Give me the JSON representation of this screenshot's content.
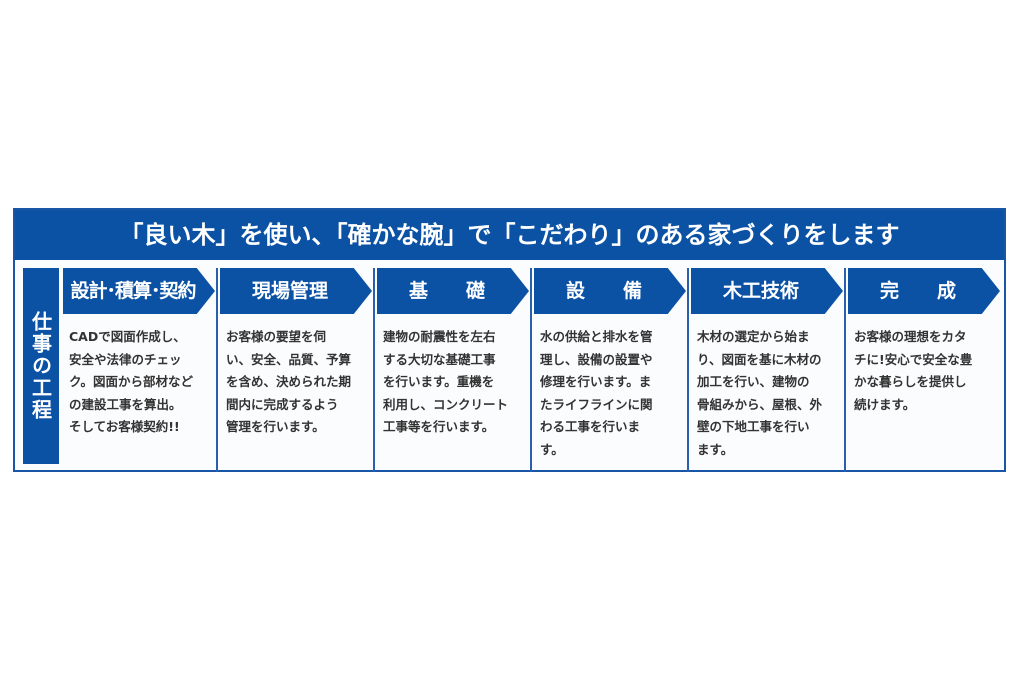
{
  "title": "「良い木」を使い、「確かな腕」で「こだわり」のある家づくりをします",
  "side_label": "仕事の工程",
  "steps": [
    {
      "heading": "設計･積算･契約",
      "lines": [
        "CADで図面作成し、",
        "安全や法律のチェッ",
        "ク。図面から部材など",
        "の建設工事を算出。",
        "そしてお客様契約!!"
      ]
    },
    {
      "heading": "現場管理",
      "lines": [
        "お客様の要望を伺",
        "い、安全、品質、予算",
        "を含め、決められた期",
        "間内に完成するよう",
        "管理を行います。"
      ]
    },
    {
      "heading": "基　　礎",
      "lines": [
        "建物の耐震性を左右",
        "する大切な基礎工事",
        "を行います。重機を",
        "利用し、コンクリート",
        "工事等を行います。"
      ]
    },
    {
      "heading": "設　　備",
      "lines": [
        "水の供給と排水を管",
        "理し、設備の設置や",
        "修理を行います。ま",
        "たライフラインに関",
        "わる工事を行いま",
        "す。"
      ]
    },
    {
      "heading": "木工技術",
      "lines": [
        "木材の選定から始ま",
        "り、図面を基に木材の",
        "加工を行い、建物の",
        "骨組みから、屋根、外",
        "壁の下地工事を行い",
        "ます。"
      ]
    },
    {
      "heading": "完　　成",
      "lines": [
        "お客様の理想をカタ",
        "チに!安心で安全な豊",
        "かな暮らしを提供し",
        "続けます。"
      ]
    }
  ]
}
